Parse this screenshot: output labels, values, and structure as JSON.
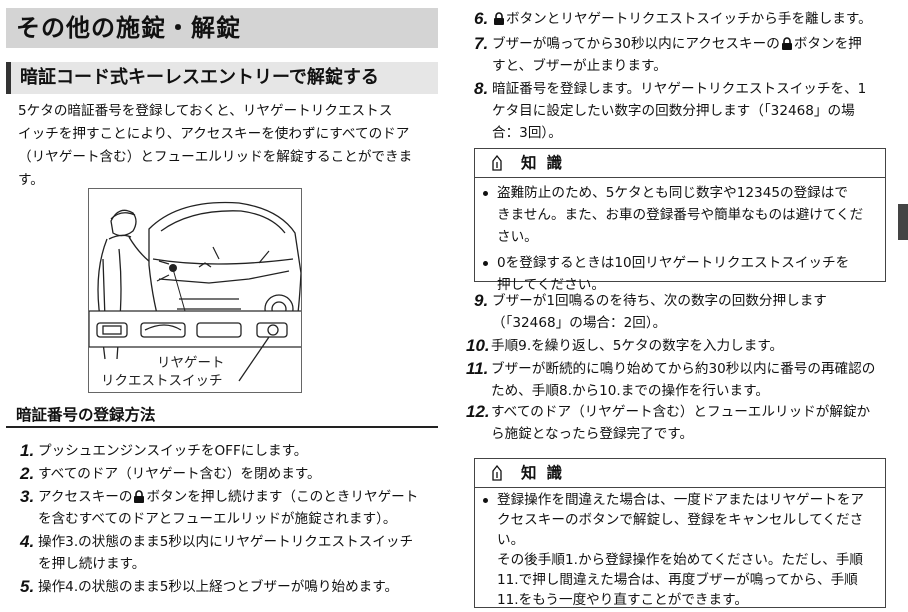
{
  "section_title": "その他の施錠・解錠",
  "subsection_title": "暗証コード式キーレスエントリーで解錠する",
  "intro": [
    "5ケタの暗証番号を登録しておくと、リヤゲートリクエストス",
    "イッチを押すことにより、アクセスキーを使わずにすべてのドア",
    "（リヤゲート含む）とフューエルリッドを解錠することができま",
    "す。"
  ],
  "figure": {
    "label_line1": "リヤゲート",
    "label_line2": "リクエストスイッチ"
  },
  "registration_heading": "暗証番号の登録方法",
  "steps_left": [
    {
      "num": "1.",
      "lines": [
        "プッシュエンジンスイッチをOFFにします。"
      ]
    },
    {
      "num": "2.",
      "lines": [
        "すべてのドア（リヤゲート含む）を閉めます。"
      ]
    },
    {
      "num": "3.",
      "pre": "アクセスキーの",
      "post": "ボタンを押し続けます（このときリヤゲート",
      "lines": [
        "を含むすべてのドアとフューエルリッドが施錠されます）。"
      ]
    },
    {
      "num": "4.",
      "lines": [
        "操作3.の状態のまま5秒以内にリヤゲートリクエストスイッチ",
        "を押し続けます。"
      ]
    },
    {
      "num": "5.",
      "lines": [
        "操作4.の状態のまま5秒以上経つとブザーが鳴り始めます。"
      ]
    }
  ],
  "steps_right_top": [
    {
      "num": "6.",
      "post": "ボタンとリヤゲートリクエストスイッチから手を離します。"
    },
    {
      "num": "7.",
      "pre": "ブザーが鳴ってから30秒以内にアクセスキーの",
      "post": "ボタンを押",
      "lines": [
        "すと、ブザーが止まります。"
      ]
    },
    {
      "num": "8.",
      "lines": [
        "暗証番号を登録します。リヤゲートリクエストスイッチを、1",
        "ケタ目に設定したい数字の回数分押します（「32468」の場",
        "合：3回）。"
      ]
    }
  ],
  "note1": {
    "title": "知識",
    "bullets": [
      [
        "盗難防止のため、5ケタとも同じ数字や12345の登録はで",
        "きません。また、お車の登録番号や簡単なものは避けてくだ",
        "さい。"
      ],
      [
        "0を登録するときは10回リヤゲートリクエストスイッチを",
        "押してください。"
      ]
    ]
  },
  "steps_right_mid": [
    {
      "num": "9.",
      "lines": [
        "ブザーが1回鳴るのを待ち、次の数字の回数分押します",
        "（「32468」の場合：2回）。"
      ]
    },
    {
      "num": "10.",
      "lines": [
        "手順9.を繰り返し、5ケタの数字を入力します。"
      ]
    },
    {
      "num": "11.",
      "lines": [
        "ブザーが断続的に鳴り始めてから約30秒以内に番号の再確認の",
        "ため、手順8.から10.までの操作を行います。"
      ]
    },
    {
      "num": "12.",
      "lines": [
        "すべてのドア（リヤゲート含む）とフューエルリッドが解錠か",
        "ら施錠となったら登録完了です。"
      ]
    }
  ],
  "note2": {
    "title": "知識",
    "bullets": [
      [
        "登録操作を間違えた場合は、一度ドアまたはリヤゲートをア",
        "クセスキーのボタンで解錠し、登録をキャンセルしてくださ",
        "い。",
        "その後手順1.から登録操作を始めてください。ただし、手順",
        "11.で押し間違えた場合は、再度ブザーが鳴ってから、手順",
        "11.をもう一度やり直すことができます。"
      ]
    ]
  },
  "colors": {
    "heading_bg": "#d4d4d4",
    "subheading_bg": "#e6e6e6",
    "text": "#111111"
  },
  "icons": [
    "lock-icon",
    "info-note-icon"
  ]
}
